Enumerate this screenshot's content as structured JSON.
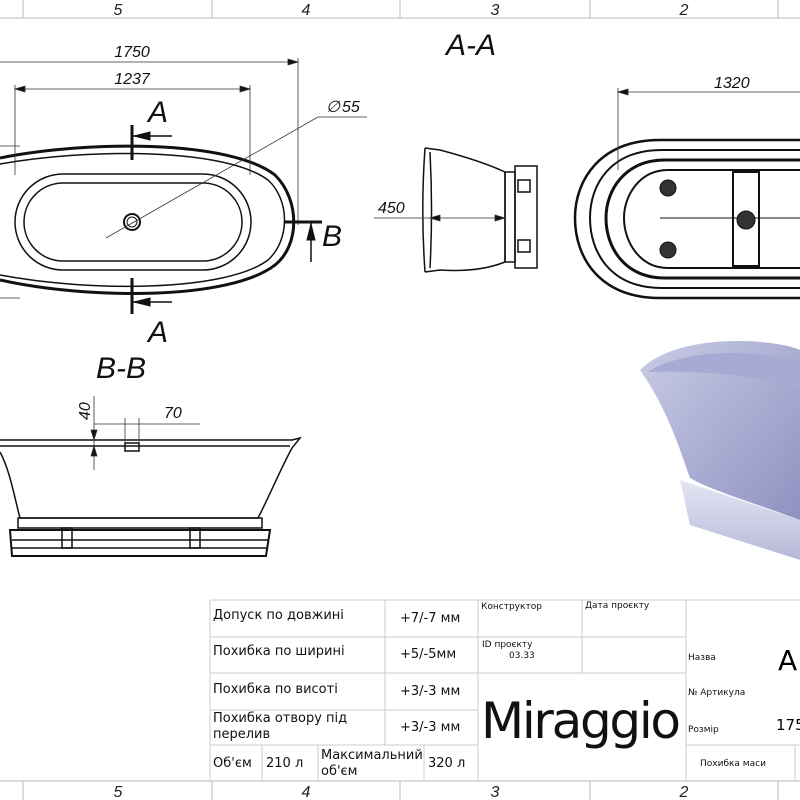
{
  "zones_top": [
    "5",
    "4",
    "3",
    "2"
  ],
  "zones_bottom": [
    "5",
    "4",
    "3",
    "2"
  ],
  "dimensions": {
    "overall_length": "1750",
    "inner_length": "1237",
    "drain_diameter": "55",
    "diameter_symbol": "∅",
    "height": "450",
    "base_length": "1320",
    "rim_offset": "40",
    "overflow_width": "70"
  },
  "sections": {
    "a_label": "A",
    "b_label": "B",
    "aa_title": "A-A",
    "bb_title": "B-B"
  },
  "title_block": {
    "rows": [
      {
        "label": "Допуск по довжині",
        "value": "+7/-7 мм"
      },
      {
        "label": "Похибка по ширині",
        "value": "+5/-5мм"
      },
      {
        "label": "Похибка по висоті",
        "value": "+3/-3 мм"
      },
      {
        "label_line1": "Похибка отвору під",
        "label_line2": "перелив",
        "value": "+3/-3 мм"
      }
    ],
    "volume_label": "Об'єм",
    "volume_value": "210 л",
    "max_volume_label_line1": "Максимальний",
    "max_volume_label_line2": "об'єм",
    "max_volume_value": "320 л",
    "designer_label": "Конструктор",
    "date_label": "Дата проєкту",
    "project_id_label": "ID проєкту",
    "project_id_value": "03.33",
    "brand": "Miraggio",
    "name_label": "Назва",
    "name_value": "A",
    "article_label": "№ Артикула",
    "size_label": "Розмір",
    "size_value": "175",
    "mass_tolerance_label": "Похибка маси"
  }
}
